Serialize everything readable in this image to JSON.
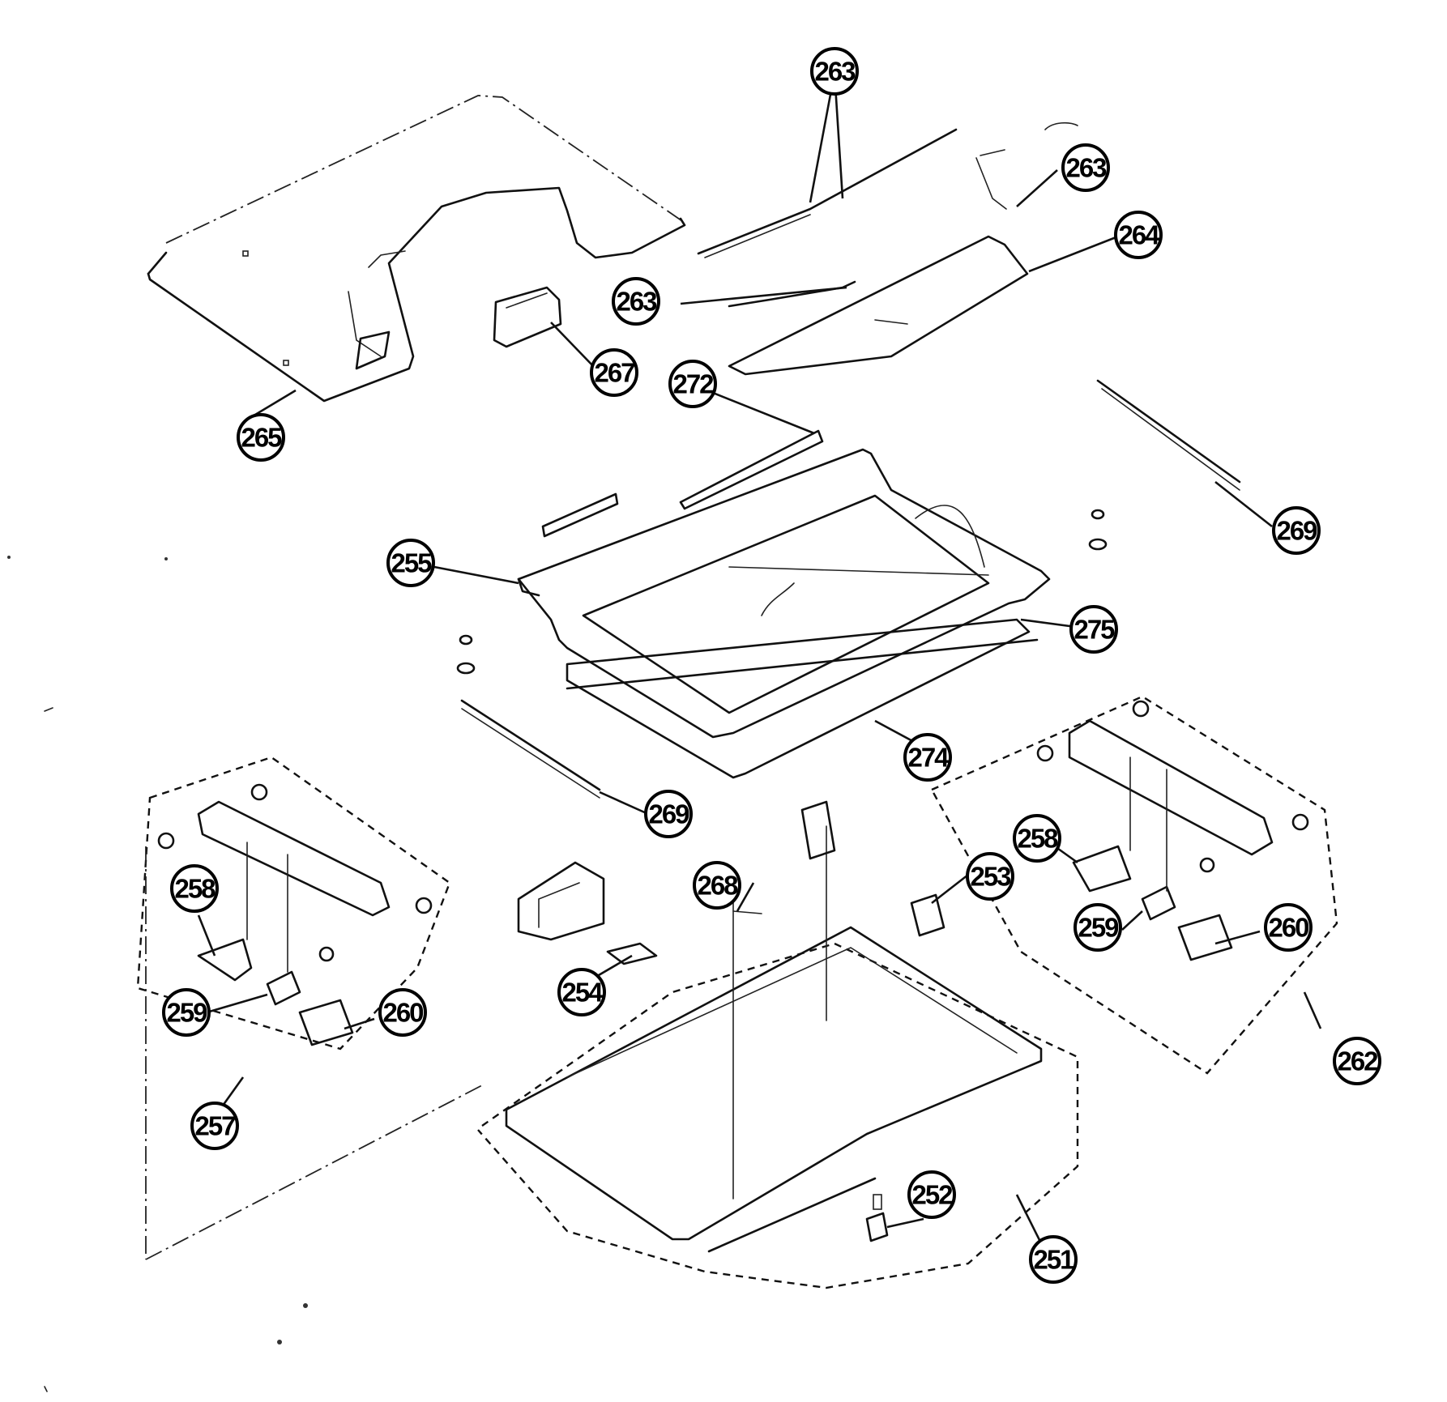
{
  "diagram": {
    "type": "exploded-parts-view",
    "callouts": [
      {
        "id": "c263a",
        "label": "263"
      },
      {
        "id": "c263b",
        "label": "263"
      },
      {
        "id": "c263c",
        "label": "263"
      },
      {
        "id": "c264",
        "label": "264"
      },
      {
        "id": "c265",
        "label": "265"
      },
      {
        "id": "c267",
        "label": "267"
      },
      {
        "id": "c272",
        "label": "272"
      },
      {
        "id": "c269a",
        "label": "269"
      },
      {
        "id": "c255",
        "label": "255"
      },
      {
        "id": "c275",
        "label": "275"
      },
      {
        "id": "c274",
        "label": "274"
      },
      {
        "id": "c269b",
        "label": "269"
      },
      {
        "id": "c258a",
        "label": "258"
      },
      {
        "id": "c259a",
        "label": "259"
      },
      {
        "id": "c260a",
        "label": "260"
      },
      {
        "id": "c257",
        "label": "257"
      },
      {
        "id": "c268",
        "label": "268"
      },
      {
        "id": "c254",
        "label": "254"
      },
      {
        "id": "c253",
        "label": "253"
      },
      {
        "id": "c258b",
        "label": "258"
      },
      {
        "id": "c259b",
        "label": "259"
      },
      {
        "id": "c260b",
        "label": "260"
      },
      {
        "id": "c262",
        "label": "262"
      },
      {
        "id": "c252",
        "label": "252"
      },
      {
        "id": "c251",
        "label": "251"
      }
    ]
  }
}
